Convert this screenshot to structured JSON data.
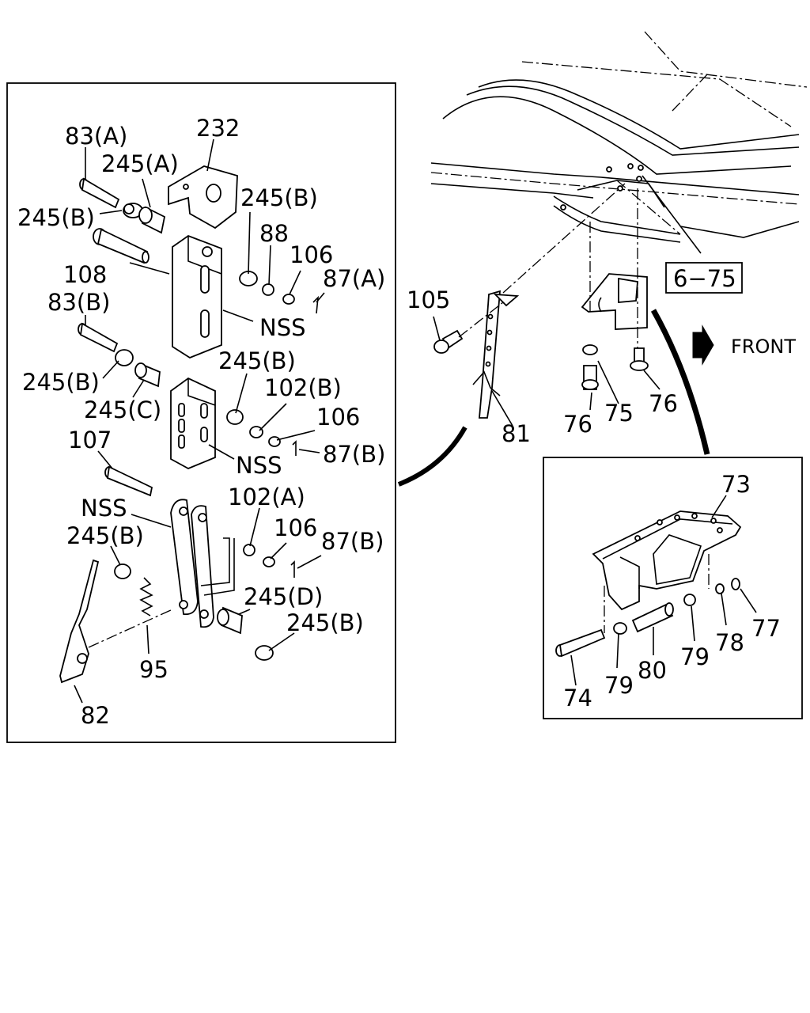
{
  "labels": {
    "l_83a": "83(A)",
    "l_232": "232",
    "l_245a": "245(A)",
    "l_245b_1": "245(B)",
    "l_245b_2": "245(B)",
    "l_88": "88",
    "l_106_1": "106",
    "l_87a": "87(A)",
    "l_108": "108",
    "l_nss_1": "NSS",
    "l_83b": "83(B)",
    "l_245b_3": "245(B)",
    "l_245b_4": "245(B)",
    "l_102b": "102(B)",
    "l_106_2": "106",
    "l_245c": "245(C)",
    "l_nss_2": "NSS",
    "l_87b_1": "87(B)",
    "l_107": "107",
    "l_nss_3": "NSS",
    "l_102a": "102(A)",
    "l_245b_5": "245(B)",
    "l_106_3": "106",
    "l_87b_2": "87(B)",
    "l_245d": "245(D)",
    "l_245b_6": "245(B)",
    "l_95": "95",
    "l_82": "82",
    "l_105": "105",
    "l_81": "81",
    "l_6_75": "6−75",
    "l_front": "FRONT",
    "l_76_1": "76",
    "l_75": "75",
    "l_76_2": "76",
    "l_73": "73",
    "l_77": "77",
    "l_78": "78",
    "l_79_1": "79",
    "l_80": "80",
    "l_79_2": "79",
    "l_74": "74"
  },
  "icons": {
    "front_arrow": "right-arrow-icon"
  }
}
